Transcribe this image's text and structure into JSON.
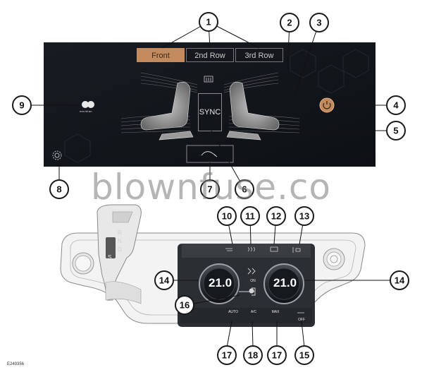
{
  "screen": {
    "tabs": [
      "Front",
      "2nd Row",
      "3rd Row"
    ],
    "active_tab": "Front",
    "sync_label": "SYNC",
    "brand_text": "meridian",
    "accent_color": "#c28a5d",
    "background_color": "#121519"
  },
  "watermark": "blownfuse.co",
  "panel": {
    "left_temp": "21.0",
    "right_temp": "21.0",
    "button_labels": [
      "AUTO",
      "A/C",
      "MAX",
      "OFF",
      "ON"
    ],
    "gear_letters": [
      "P",
      "R",
      "N",
      "D",
      "S"
    ]
  },
  "callouts": [
    "1",
    "2",
    "3",
    "4",
    "5",
    "6",
    "7",
    "8",
    "9",
    "10",
    "11",
    "12",
    "13",
    "14",
    "14",
    "15",
    "16",
    "17",
    "17",
    "18"
  ],
  "figure_id": "E249356"
}
